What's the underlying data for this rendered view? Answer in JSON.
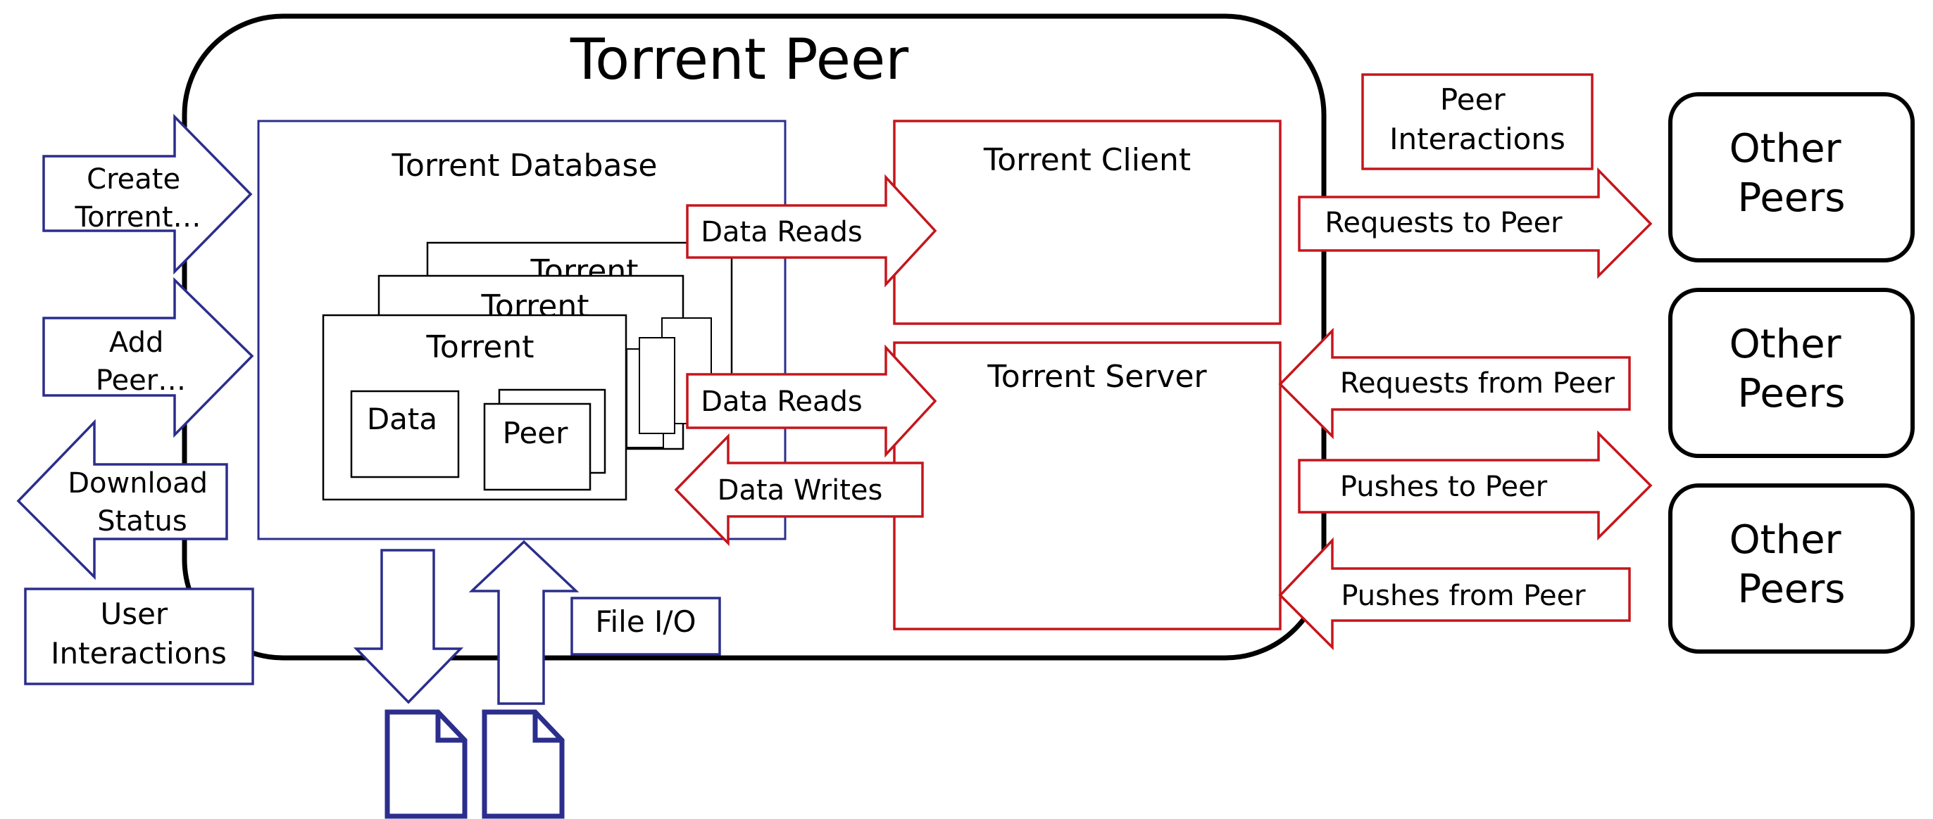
{
  "title": "Torrent Peer",
  "database": {
    "title": "Torrent Database",
    "torrent_back": "Torrent",
    "torrent_mid": "Torrent",
    "torrent_front": "Torrent",
    "data_label": "Data",
    "peer_label": "Peer"
  },
  "client": {
    "title": "Torrent Client"
  },
  "server": {
    "title": "Torrent Server"
  },
  "arrows": {
    "create_torrent": [
      "Create",
      "Torrent…"
    ],
    "add_peer": [
      "Add",
      "Peer…"
    ],
    "download_status": [
      "Download",
      "Status"
    ],
    "data_reads_client": "Data Reads",
    "data_reads_server": "Data Reads",
    "data_writes": "Data Writes",
    "requests_to_peer": "Requests to Peer",
    "requests_from_peer": "Requests from Peer",
    "pushes_to_peer": "Pushes to Peer",
    "pushes_from_peer": "Pushes from Peer"
  },
  "labels": {
    "user_interactions": [
      "User",
      "Interactions"
    ],
    "peer_interactions": [
      "Peer",
      "Interactions"
    ],
    "file_io": "File I/O"
  },
  "other_peers": [
    [
      "Other",
      "Peers"
    ],
    [
      "Other",
      "Peers"
    ],
    [
      "Other",
      "Peers"
    ]
  ],
  "colors": {
    "blue": "#2b2e8c",
    "red": "#c4161c",
    "black": "#000000"
  }
}
